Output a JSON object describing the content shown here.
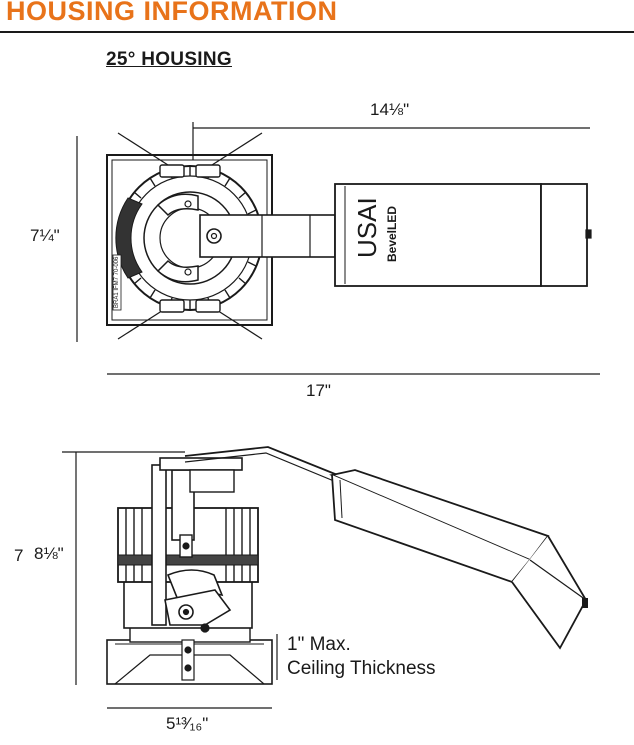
{
  "header": {
    "title": "HOUSING INFORMATION",
    "accent_color": "#e8731a"
  },
  "section": {
    "title": "25° HOUSING"
  },
  "top_view": {
    "dim_width_arm": "14⅛\"",
    "dim_height": "7¼\"",
    "dim_total_width": "17\"",
    "brand_text": "USAI",
    "product_text": "BevelLED",
    "label_strip_text": "BRA1 IFM7 70-006"
  },
  "side_view": {
    "dim_height": "8⅛\"",
    "dim_height_marker": "7",
    "dim_base_width": "5¹³⁄₁₆\"",
    "ceiling_note_line1": "1\" Max.",
    "ceiling_note_line2": "Ceiling Thickness"
  }
}
